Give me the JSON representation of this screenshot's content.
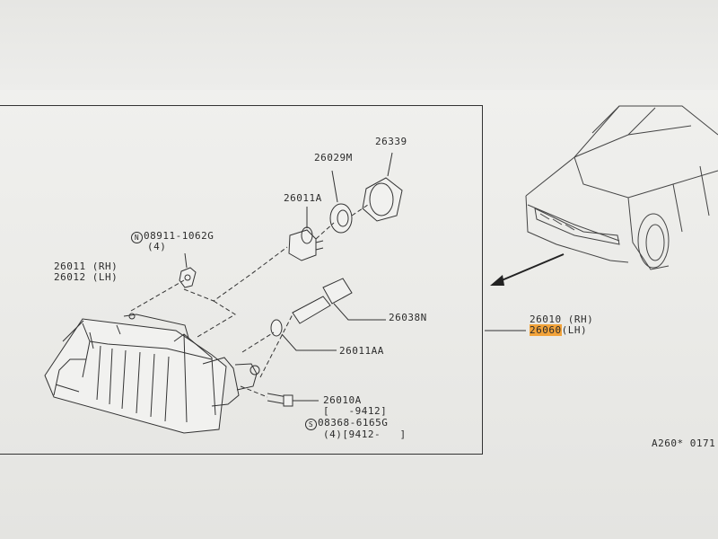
{
  "parts": {
    "headlamp_rh": "26011 (RH)",
    "headlamp_lh": "26012 (LH)",
    "clip_symbol": "N",
    "clip_number": "08911-1062G",
    "clip_qty": "(4)",
    "bulb_main": "26011A",
    "socket": "26029M",
    "cap": "26339",
    "harness": "26038N",
    "side_bulb": "26011AA",
    "bolt": "26010A",
    "bolt_range": "[   -9412]",
    "screw_symbol": "S",
    "screw_number": "08368-6165G",
    "screw_qty_range": "(4)[9412-   ]",
    "assy_rh": "26010 (RH)",
    "assy_lh_number": "26060",
    "assy_lh_suffix": "(LH)"
  },
  "figure_code": "A260* 0171",
  "colors": {
    "highlight": "#f2a33a",
    "ink": "#2b2b2b"
  }
}
